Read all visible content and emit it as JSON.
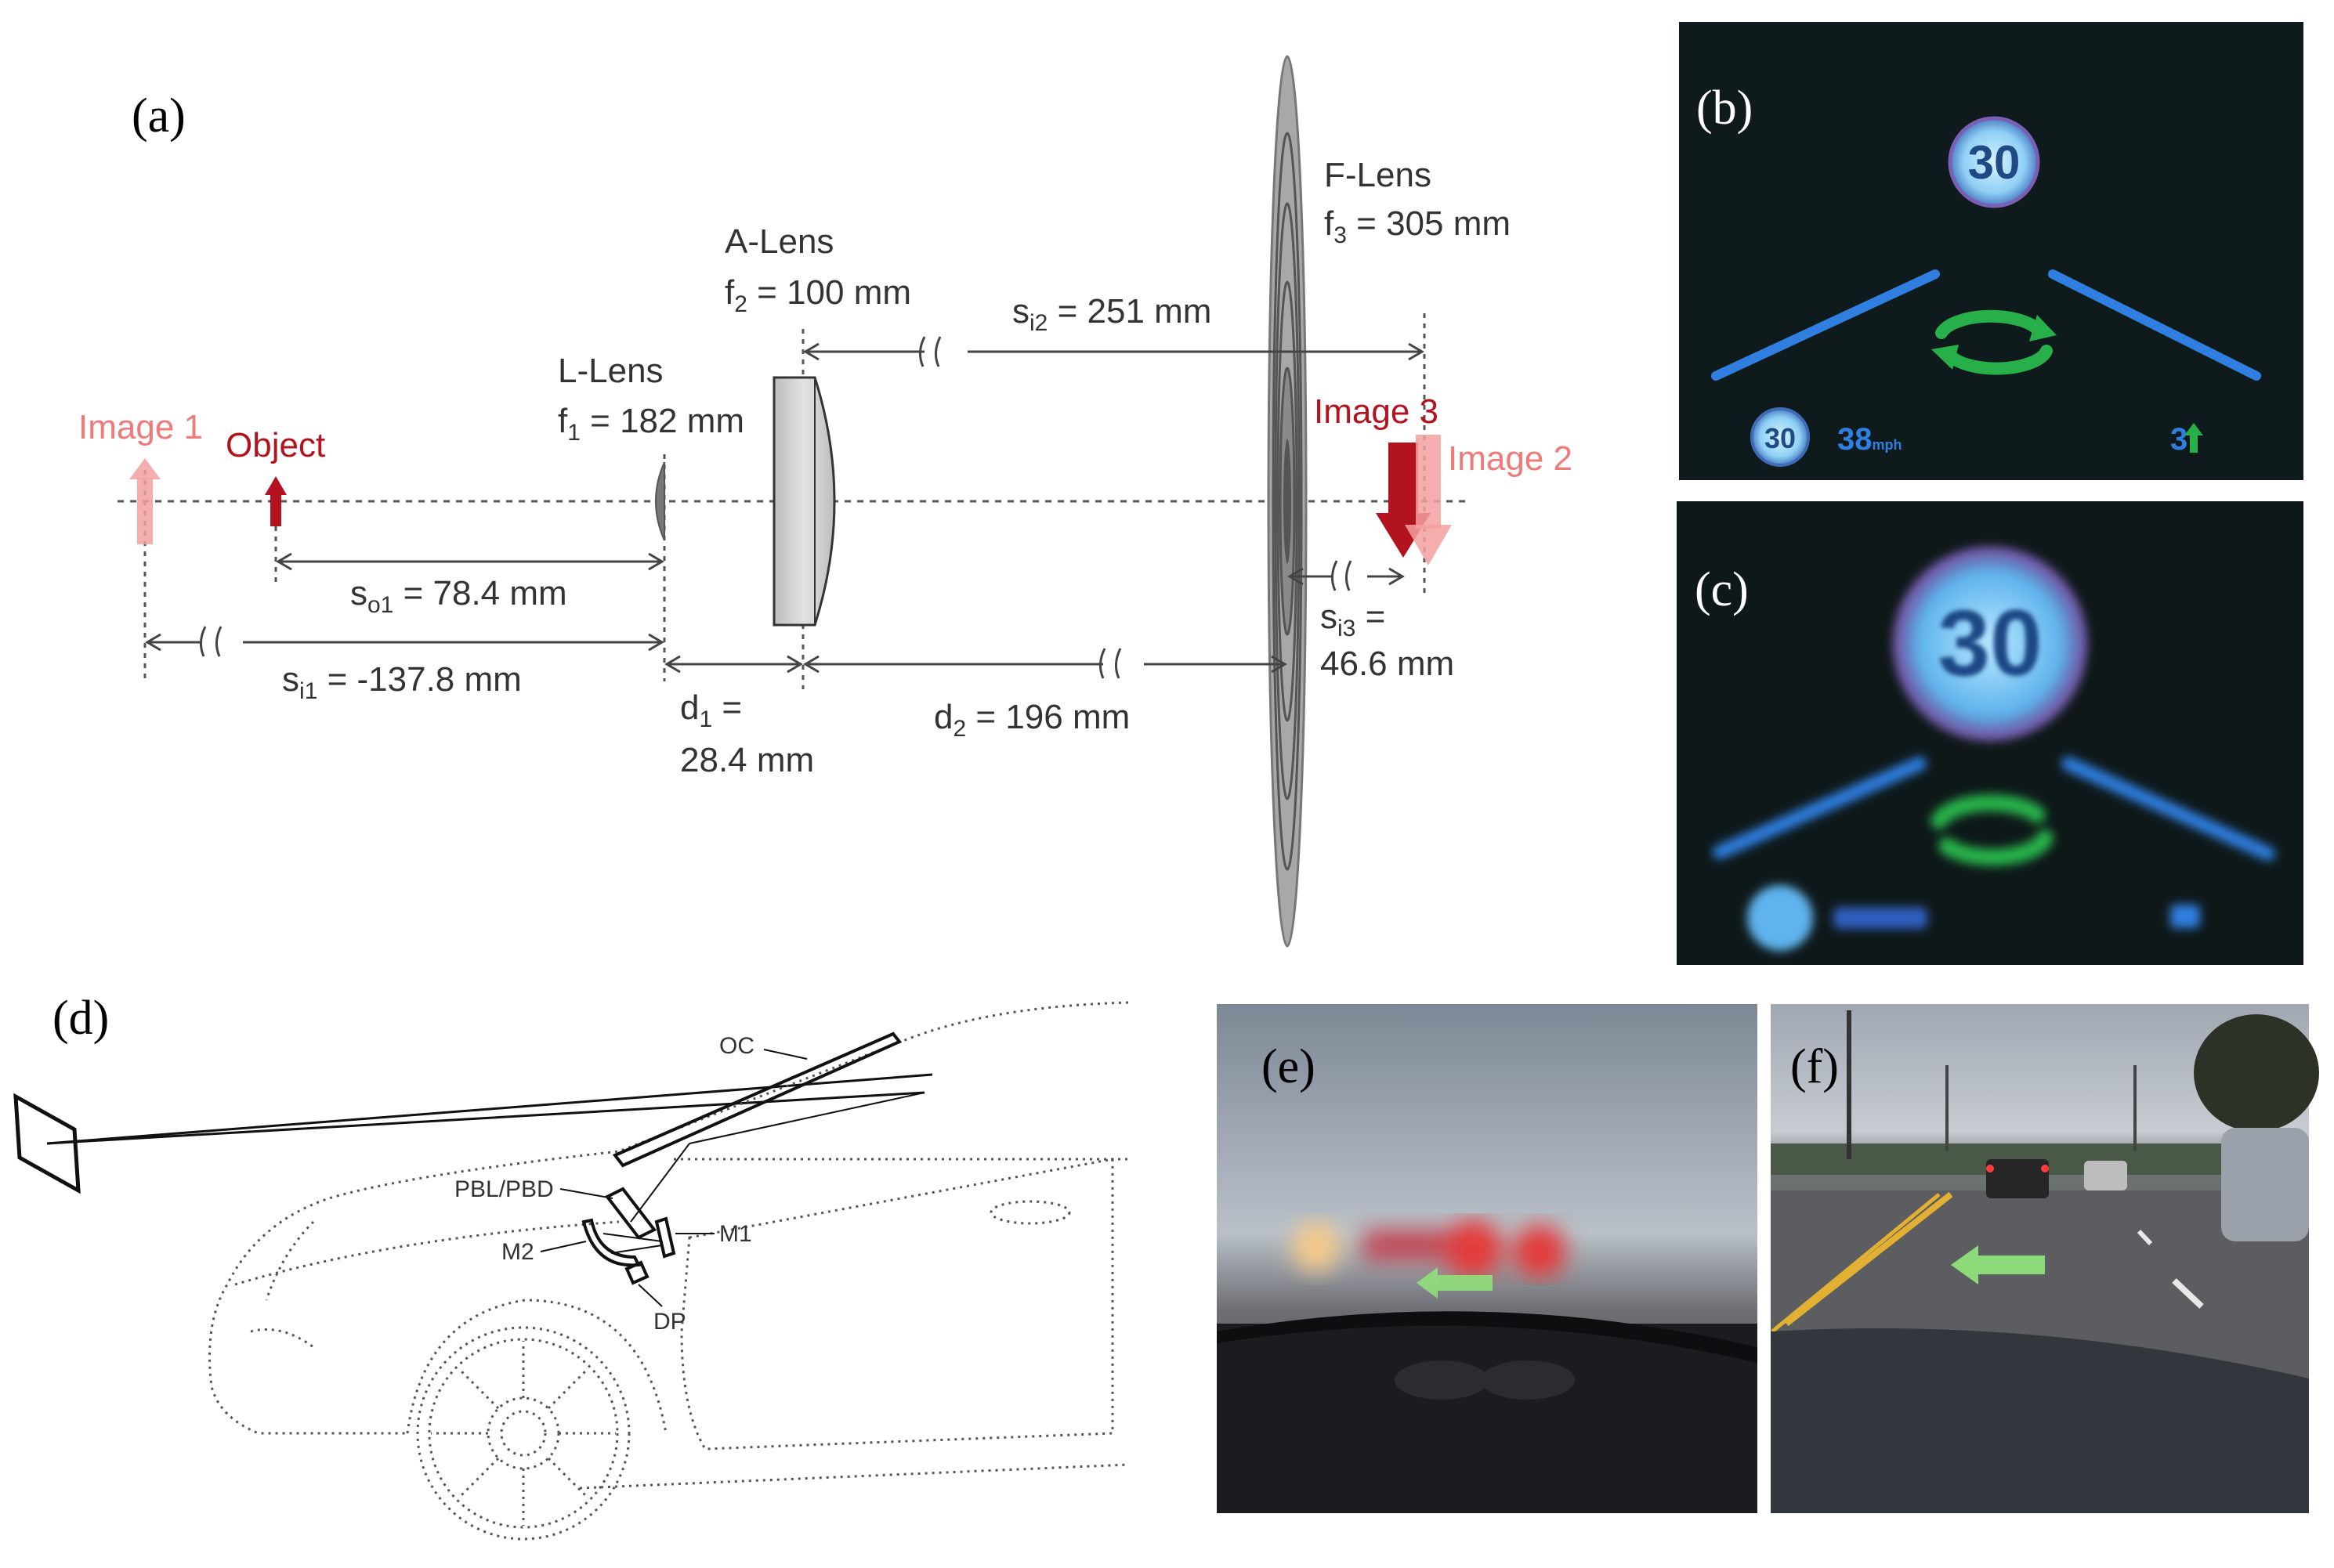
{
  "panels": {
    "a": "(a)",
    "b": "(b)",
    "c": "(c)",
    "d": "(d)",
    "e": "(e)",
    "f": "(f)"
  },
  "optics": {
    "image1": "Image 1",
    "object": "Object",
    "image2": "Image 2",
    "image3": "Image 3",
    "l_lens": {
      "name": "L-Lens",
      "f_sym": "f",
      "f_sub": "1",
      "f_val": " = 182 mm"
    },
    "a_lens": {
      "name": "A-Lens",
      "f_sym": "f",
      "f_sub": "2",
      "f_val": " = 100 mm"
    },
    "f_lens": {
      "name": "F-Lens",
      "f_sym": "f",
      "f_sub": "3",
      "f_val": " = 305 mm"
    },
    "so1": {
      "sym": "s",
      "sub": "o1",
      "val": " = 78.4 mm"
    },
    "si1": {
      "sym": "s",
      "sub": "i1",
      "val": " = -137.8 mm"
    },
    "si2": {
      "sym": "s",
      "sub": "i2",
      "val": " = 251 mm"
    },
    "si3": {
      "sym": "s",
      "sub": "i3",
      "val": " =",
      "val2": "46.6 mm"
    },
    "d1": {
      "sym": "d",
      "sub": "1",
      "val": " =",
      "val2": "28.4 mm"
    },
    "d2": {
      "sym": "d",
      "sub": "2",
      "val": " = 196 mm"
    }
  },
  "hud": {
    "sign_speed": "30",
    "small_sign": "30",
    "speed_readout": "38",
    "speed_unit": "mph",
    "exit_num": "3"
  },
  "car": {
    "oc": "OC",
    "pbl": "PBL/PBD",
    "m1": "M1",
    "m2": "M2",
    "dp": "DP"
  },
  "colors": {
    "red": "#b3121f",
    "pink": "#ee7a7a",
    "hud_bg": "#0f1a1c",
    "hud_blue": "#2f7fe0",
    "hud_green": "#27b04a"
  }
}
